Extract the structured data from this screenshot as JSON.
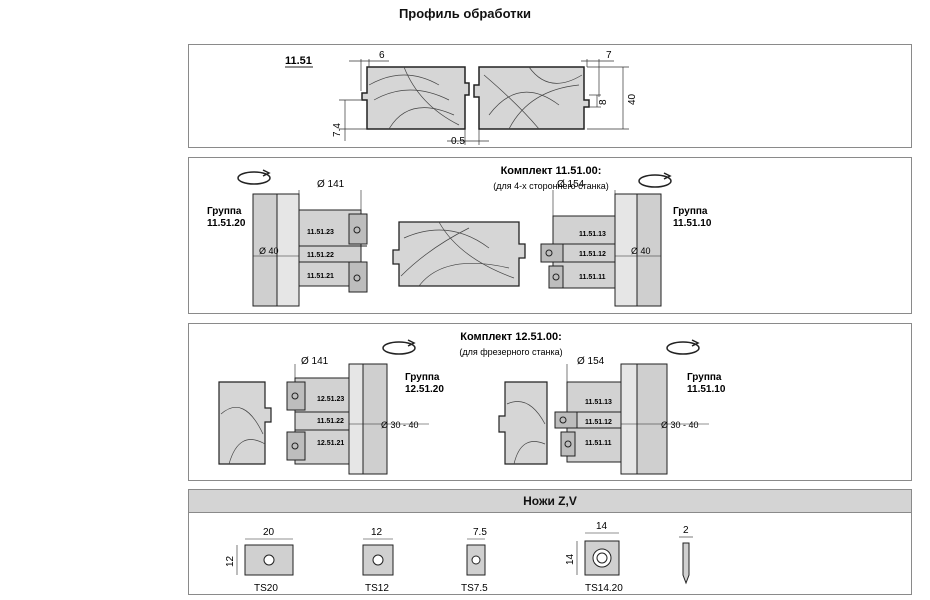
{
  "page_title": "Профиль обработки",
  "profile": {
    "code": "11.51",
    "dims": {
      "d6": "6",
      "d7": "7",
      "d8": "8",
      "d40": "40",
      "d74": "7.4",
      "d05": "0.5"
    }
  },
  "set1": {
    "title": "Комплект 11.51.00:",
    "subtitle": "(для 4-х стороннего станка)",
    "left_group_label": "Группа",
    "left_group_code": "11.51.20",
    "right_group_label": "Группа",
    "right_group_code": "11.51.10",
    "left_diam": "Ø 141",
    "right_diam": "Ø 154",
    "left_bore": "Ø 40",
    "right_bore": "Ø 40",
    "left_parts": [
      "11.51.23",
      "11.51.22",
      "11.51.21"
    ],
    "right_parts": [
      "11.51.13",
      "11.51.12",
      "11.51.11"
    ]
  },
  "set2": {
    "title": "Комплект 12.51.00:",
    "subtitle": "(для фрезерного станка)",
    "left_group_label": "Группа",
    "left_group_code": "12.51.20",
    "right_group_label": "Группа",
    "right_group_code": "11.51.10",
    "left_diam": "Ø 141",
    "right_diam": "Ø 154",
    "left_bore": "Ø 30 - 40",
    "right_bore": "Ø 30 - 40",
    "left_parts": [
      "12.51.23",
      "11.51.22",
      "12.51.21"
    ],
    "right_parts": [
      "11.51.13",
      "11.51.12",
      "11.51.11"
    ]
  },
  "knives": {
    "title": "Ножи Z,V",
    "items": [
      {
        "name": "TS20",
        "width": "20",
        "height": "12"
      },
      {
        "name": "TS12",
        "width": "12",
        "height": ""
      },
      {
        "name": "TS7.5",
        "width": "7.5",
        "height": ""
      },
      {
        "name": "TS14.20",
        "width": "14",
        "height": "14"
      },
      {
        "name": "",
        "width": "2",
        "height": ""
      }
    ]
  },
  "colors": {
    "wood": "#d6d6d6",
    "metal": "#c4c4c4",
    "panel_header": "#d4d4d4",
    "line": "#222222"
  }
}
